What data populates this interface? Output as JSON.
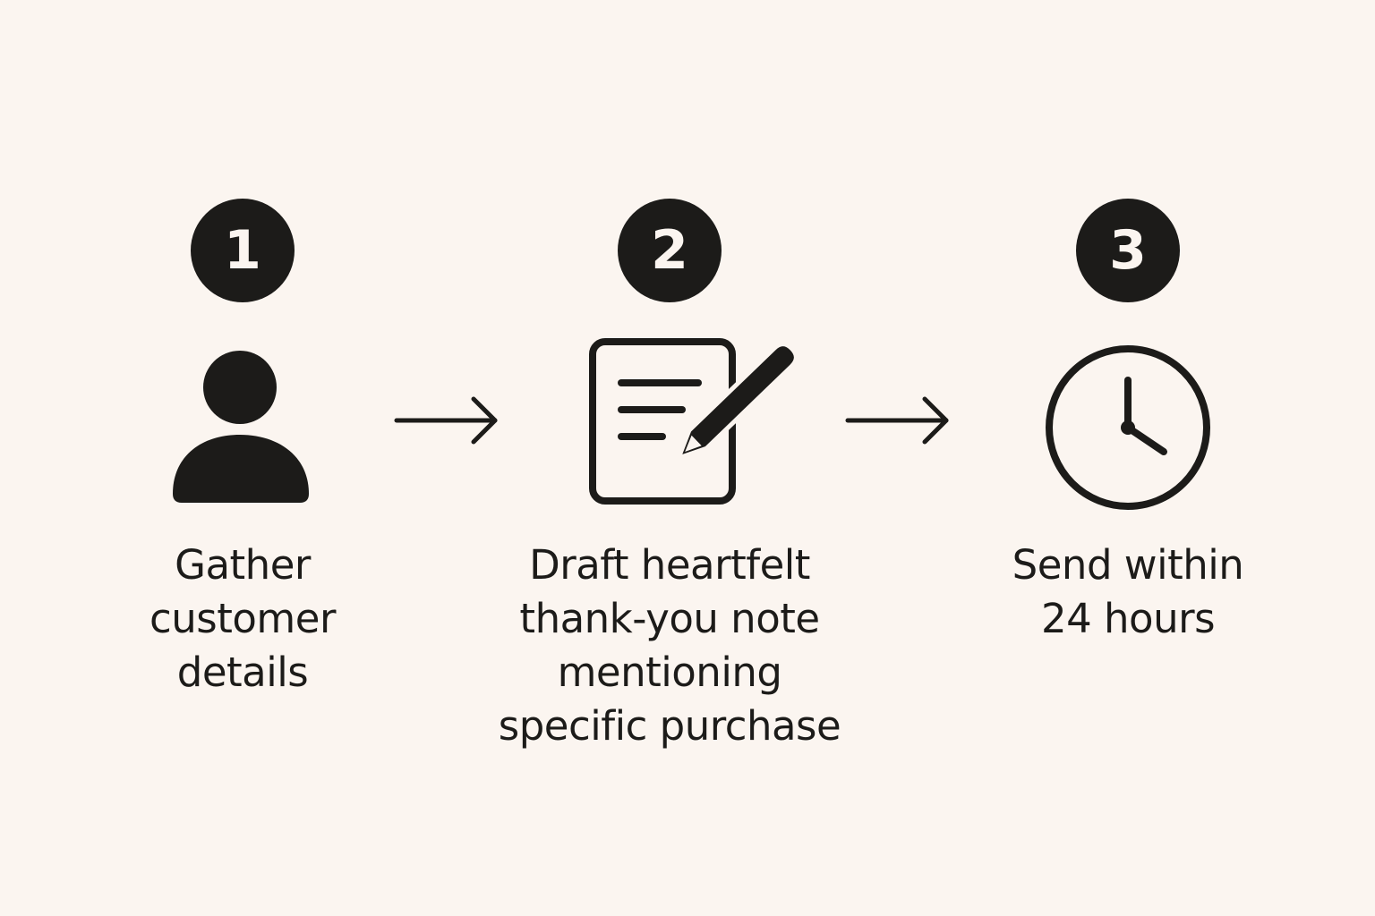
{
  "steps": [
    {
      "number": "1",
      "label": "Gather\ncustomer\ndetails",
      "icon": "person-icon"
    },
    {
      "number": "2",
      "label": "Draft heartfelt\nthank-you note\nmentioning\nspecific purchase",
      "icon": "note-pencil-icon"
    },
    {
      "number": "3",
      "label": "Send within\n24 hours",
      "icon": "clock-icon"
    }
  ],
  "connectors": [
    "arrow-right-icon",
    "arrow-right-icon"
  ],
  "colors": {
    "background": "#fbf5f0",
    "ink": "#1c1b19"
  }
}
